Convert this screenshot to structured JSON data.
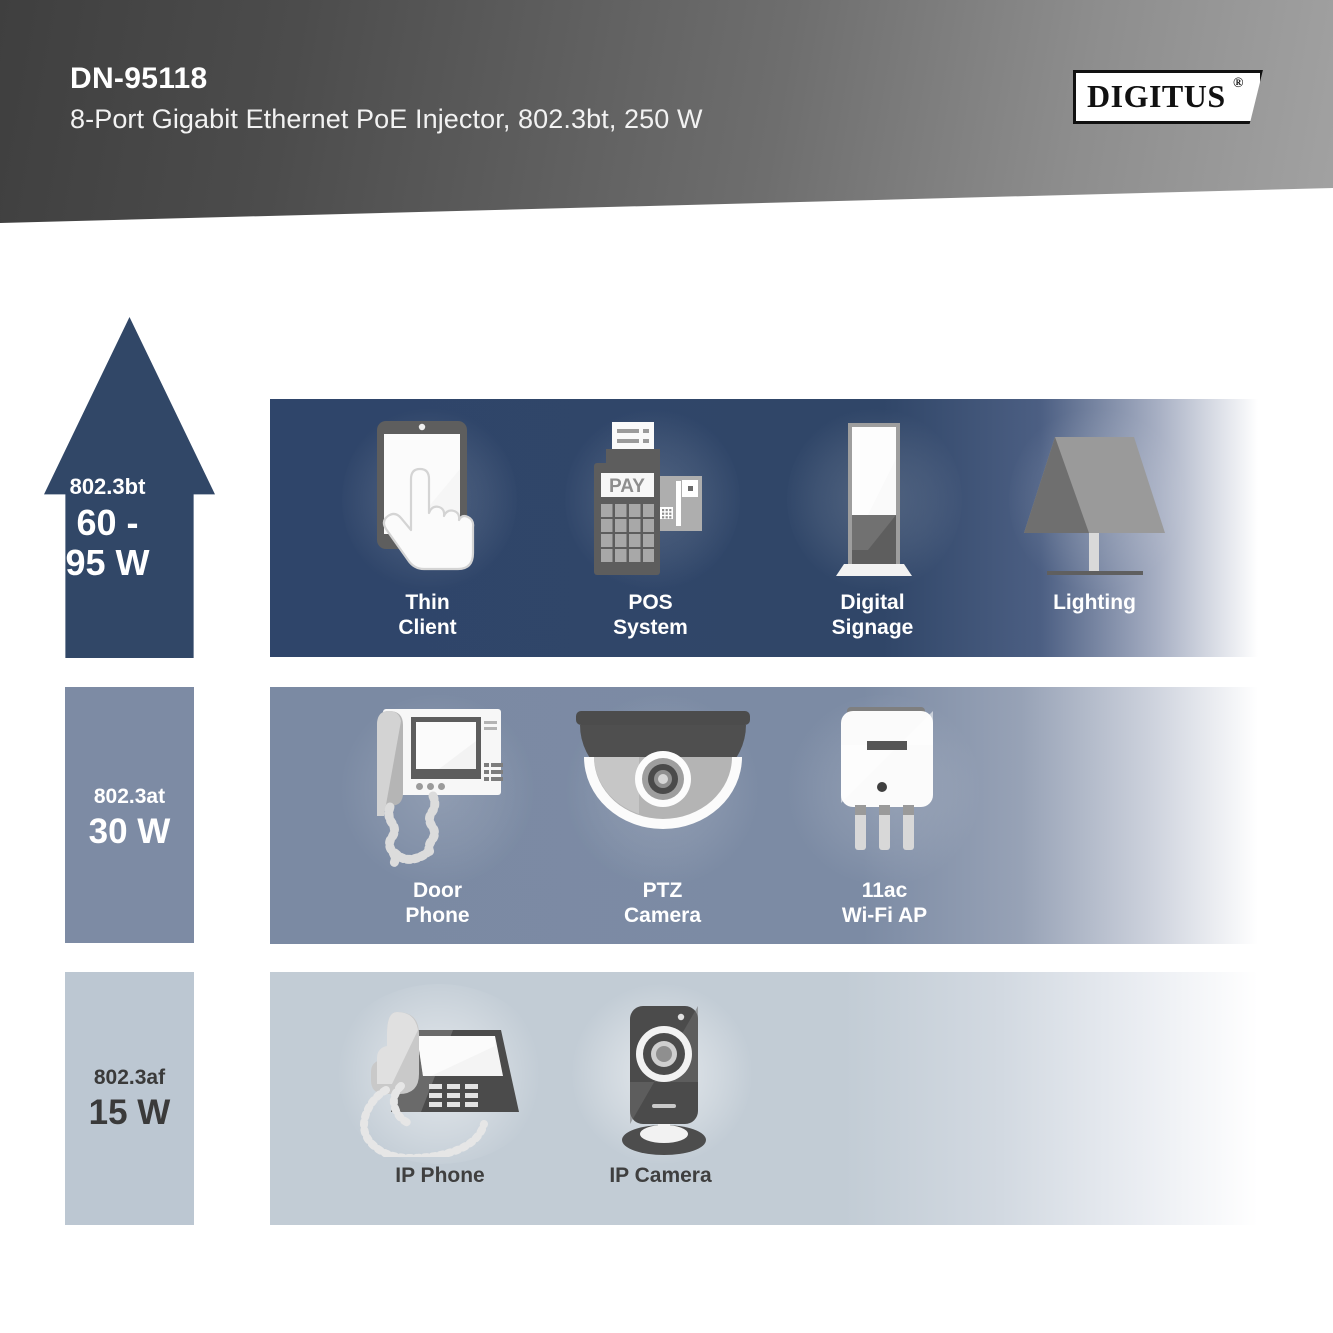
{
  "header": {
    "model": "DN-95118",
    "subtitle": "8-Port Gigabit Ethernet PoE Injector, 802.3bt, 250 W",
    "logo_text": "DIGITUS",
    "logo_registered": "®"
  },
  "colors": {
    "header_gradient_start": "#3f3f3f",
    "header_gradient_end": "#a2a2a2",
    "bt_blue": "#314767",
    "at_blue": "#7d8ba4",
    "af_blue": "#bcc7d2",
    "device_dark": "#5a5a5a",
    "device_light": "#f4f4f4",
    "caption_dark": "#3f3f3f"
  },
  "tiers": [
    {
      "standard": "802.3bt",
      "power_line1": "60 -",
      "power_line2": "95 W",
      "power": "60 - 95 W",
      "badge_shape": "arrow-up",
      "devices": [
        {
          "name": "thin-client",
          "label_line1": "Thin",
          "label_line2": "Client",
          "icon": "tablet-hand-icon"
        },
        {
          "name": "pos-system",
          "label_line1": "POS",
          "label_line2": "System",
          "icon": "pos-terminal-icon",
          "display_text": "PAY"
        },
        {
          "name": "digital-signage",
          "label_line1": "Digital",
          "label_line2": "Signage",
          "icon": "kiosk-display-icon"
        },
        {
          "name": "lighting",
          "label_line1": "Lighting",
          "label_line2": "",
          "icon": "table-lamp-icon"
        }
      ]
    },
    {
      "standard": "802.3at",
      "power_line1": "30 W",
      "power_line2": "",
      "power": "30 W",
      "badge_shape": "rectangle",
      "devices": [
        {
          "name": "door-phone",
          "label_line1": "Door",
          "label_line2": "Phone",
          "icon": "intercom-icon"
        },
        {
          "name": "ptz-camera",
          "label_line1": "PTZ",
          "label_line2": "Camera",
          "icon": "dome-camera-icon"
        },
        {
          "name": "wifi-ap",
          "label_line1": "11ac",
          "label_line2": "Wi-Fi AP",
          "icon": "access-point-icon"
        }
      ]
    },
    {
      "standard": "802.3af",
      "power_line1": "15 W",
      "power_line2": "",
      "power": "15 W",
      "badge_shape": "rectangle",
      "devices": [
        {
          "name": "ip-phone",
          "label_line1": "IP Phone",
          "label_line2": "",
          "icon": "desk-phone-icon"
        },
        {
          "name": "ip-camera",
          "label_line1": "IP Camera",
          "label_line2": "",
          "icon": "box-camera-icon"
        }
      ]
    }
  ]
}
